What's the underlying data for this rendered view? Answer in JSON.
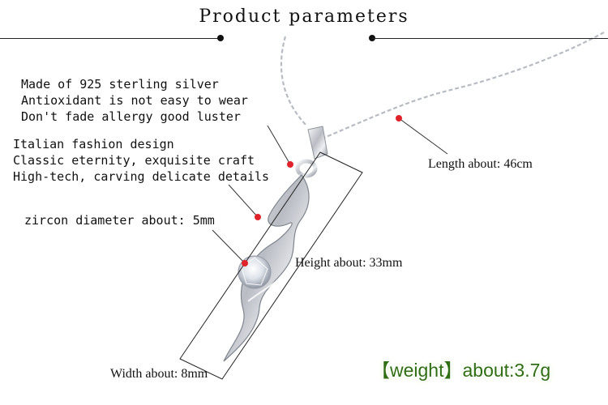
{
  "header": {
    "title": "Product parameters"
  },
  "specs": {
    "material_lines": [
      "Made of 925 sterling silver",
      "Antioxidant is not easy to wear",
      "Don't fade allergy good luster"
    ],
    "design_lines": [
      "Italian fashion design",
      "Classic eternity, exquisite craft",
      "High-tech, carving delicate details"
    ],
    "zircon": "zircon diameter about: 5mm",
    "length": "Length about: 46cm",
    "height": "Height about: 33mm",
    "width": "Width about: 8mm",
    "weight": "【weight】about:3.7g"
  },
  "colors": {
    "marker": "#e0232b",
    "weight_text": "#2f6e12",
    "silver": "#c9ccd2"
  },
  "icons": {
    "bullet": "black-dot-icon",
    "marker": "red-dot-icon"
  }
}
